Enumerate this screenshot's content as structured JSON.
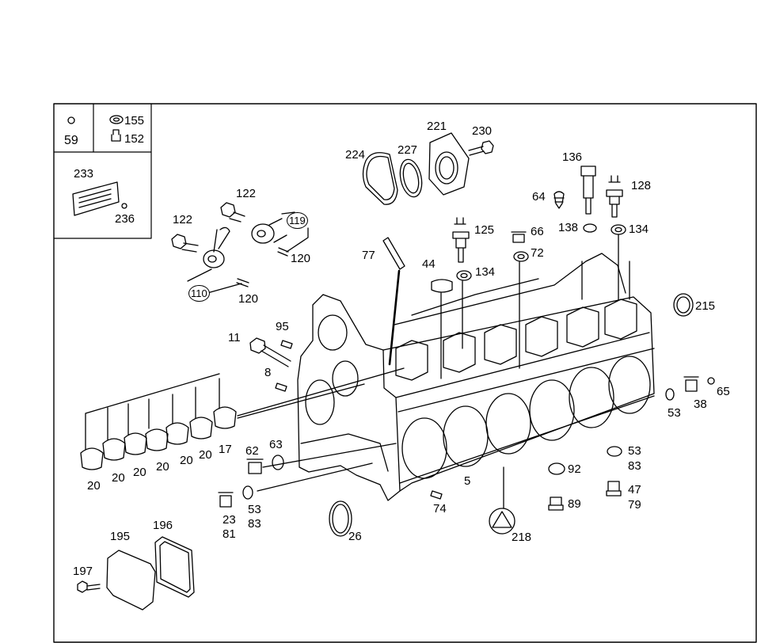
{
  "callouts": {
    "c59": "59",
    "c155": "155",
    "c152": "152",
    "c233": "233",
    "c236": "236",
    "c122a": "122",
    "c122b": "122",
    "c119": "119",
    "c120a": "120",
    "c110": "110",
    "c120b": "120",
    "c224": "224",
    "c227": "227",
    "c221": "221",
    "c230": "230",
    "c136": "136",
    "c64": "64",
    "c128": "128",
    "c138": "138",
    "c134a": "134",
    "c125": "125",
    "c66": "66",
    "c72": "72",
    "c77": "77",
    "c44": "44",
    "c134b": "134",
    "c215": "215",
    "c95": "95",
    "c11": "11",
    "c8": "8",
    "c65": "65",
    "c53a": "53",
    "c38": "38",
    "c17": "17",
    "c20a": "20",
    "c20b": "20",
    "c20c": "20",
    "c20d": "20",
    "c20e": "20",
    "c20f": "20",
    "c62": "62",
    "c63": "63",
    "c53b": "53",
    "c83a": "83",
    "c92": "92",
    "c47": "47",
    "c79": "79",
    "c89": "89",
    "c23": "23",
    "c81": "81",
    "c53c": "53",
    "c83b": "83",
    "c5": "5",
    "c74": "74",
    "c26": "26",
    "c218": "218",
    "c195": "195",
    "c196": "196",
    "c197": "197"
  }
}
